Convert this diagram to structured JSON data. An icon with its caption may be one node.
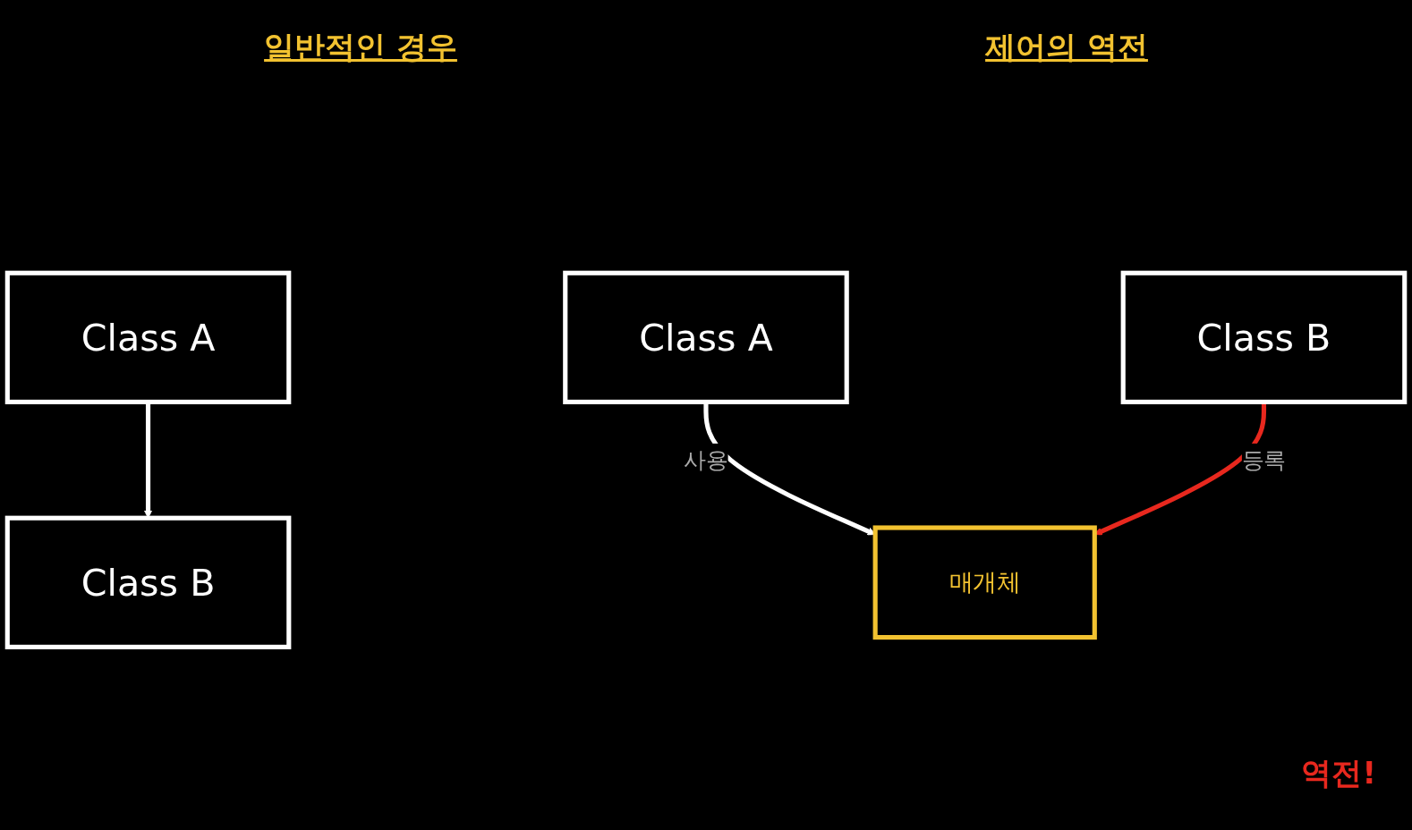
{
  "diagram": {
    "nodes": [
      {
        "text": [
          "Class A"
        ]
      },
      {
        "text": [
          "Class B"
        ]
      },
      {
        "text": [
          "Class A"
        ]
      },
      {
        "text": [
          "매개체"
        ]
      },
      {
        "text": [
          "Class B"
        ]
      }
    ],
    "edges": [
      {
        "from": 0,
        "to": 1,
        "arrow": "to"
      },
      {
        "from": 2,
        "to": 3,
        "arrow": "to",
        "label": "사용"
      },
      {
        "from": 4,
        "to": 3,
        "arrow": "to",
        "label": "등록",
        "color": "#e8281e"
      }
    ],
    "labels": [
      "일반적인 경우",
      "제어의 역전",
      "역전!"
    ]
  }
}
